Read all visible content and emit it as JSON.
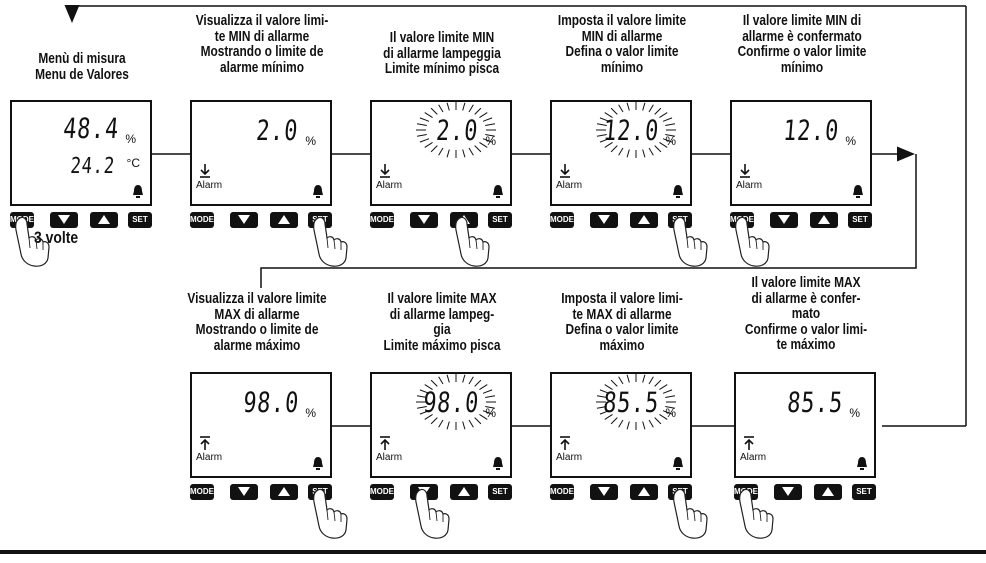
{
  "row1": [
    {
      "caption": [
        "Menù di misura",
        "Menu de Valores"
      ],
      "line1": "48.4",
      "unit1": "%",
      "line2": "24.2",
      "unit2": "°C",
      "alarm_label": "",
      "alarm_dir": "none",
      "blink": false,
      "pressed": "mode"
    },
    {
      "caption": [
        "Visualizza il valore limi-",
        "te  MIN di allarme",
        "Mostrando o limite de",
        "alarme mínimo"
      ],
      "line1": "2.0",
      "unit1": "%",
      "alarm_label": "Alarm",
      "alarm_dir": "down",
      "blink": false,
      "pressed": "set"
    },
    {
      "caption": [
        "Il valore limite MIN",
        "di allarme lampeggia",
        "Limite mínimo pisca"
      ],
      "line1": "2.0",
      "unit1": "%",
      "alarm_label": "Alarm",
      "alarm_dir": "down",
      "blink": true,
      "pressed": "up"
    },
    {
      "caption": [
        "Imposta il valore limite",
        "MIN di allarme",
        "Defina o valor limite",
        "mínimo"
      ],
      "line1": "12.0",
      "unit1": "%",
      "alarm_label": "Alarm",
      "alarm_dir": "down",
      "blink": true,
      "pressed": "set"
    },
    {
      "caption": [
        "Il valore limite MIN di",
        "allarme è confermato",
        "Confirme o valor limite",
        "mínimo"
      ],
      "line1": "12.0",
      "unit1": "%",
      "alarm_label": "Alarm",
      "alarm_dir": "down",
      "blink": false,
      "pressed": "mode"
    }
  ],
  "row2": [
    {
      "caption": [
        "Visualizza il valore limite",
        "MAX di allarme",
        "Mostrando o limite de",
        "alarme máximo"
      ],
      "line1": "98.0",
      "unit1": "%",
      "alarm_label": "Alarm",
      "alarm_dir": "up",
      "blink": false,
      "pressed": "set"
    },
    {
      "caption": [
        "Il valore limite MAX",
        "di allarme lampeg-",
        "gia",
        "Limite máximo pisca"
      ],
      "line1": "98.0",
      "unit1": "%",
      "alarm_label": "Alarm",
      "alarm_dir": "up",
      "blink": true,
      "pressed": "down"
    },
    {
      "caption": [
        "Imposta il valore limi-",
        "te MAX di allarme",
        "Defina o valor limite",
        "máximo"
      ],
      "line1": "85.5",
      "unit1": "%",
      "alarm_label": "Alarm",
      "alarm_dir": "up",
      "blink": true,
      "pressed": "set"
    },
    {
      "caption": [
        "Il valore limite MAX",
        "di allarme è confer-",
        "mato",
        "Confirme o valor limi-",
        "te máximo"
      ],
      "line1": "85.5",
      "unit1": "%",
      "alarm_label": "Alarm",
      "alarm_dir": "up",
      "blink": false,
      "pressed": "mode"
    }
  ],
  "buttons": {
    "mode": "MODE",
    "set": "SET"
  },
  "repeat_note": "3 volte"
}
